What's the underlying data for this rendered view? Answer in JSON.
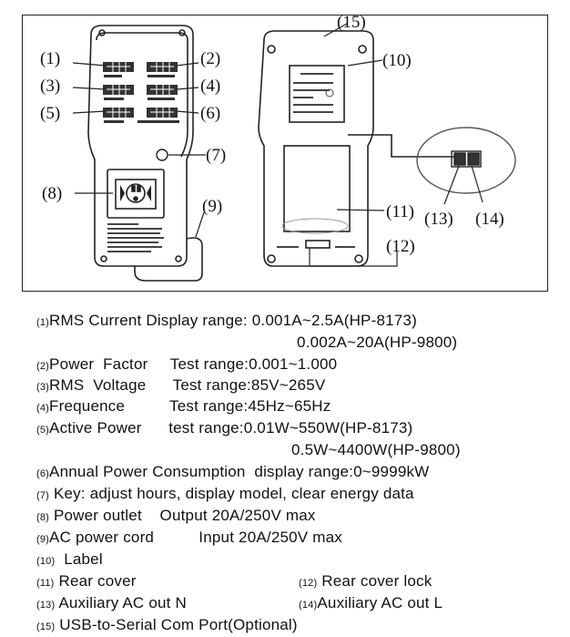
{
  "callouts": [
    "(1)",
    "(2)",
    "(3)",
    "(4)",
    "(5)",
    "(6)",
    "(7)",
    "(8)",
    "(9)",
    "(10)",
    "(11)",
    "(12)",
    "(13)",
    "(14)",
    "(15)"
  ],
  "specs": [
    {
      "no": "(1)",
      "text": "RMS Current  Display range: 0.001A~2.5A(HP-8173)"
    },
    {
      "no": "",
      "text": "0.002A~20A(HP-9800)"
    },
    {
      "no": "(2)",
      "text": "Power  Factor     Test range:0.001~1.000"
    },
    {
      "no": "(3)",
      "text": "RMS  Voltage      Test range:85V~265V"
    },
    {
      "no": "(4)",
      "text": "Frequence          Test range:45Hz~65Hz"
    },
    {
      "no": "(5)",
      "text": "Active Power      test range:0.01W~550W(HP-8173)"
    },
    {
      "no": "",
      "text": "0.5W~4400W(HP-9800)"
    },
    {
      "no": "(6)",
      "text": "Annual Power Consumption  display range:0~9999kW"
    },
    {
      "no": "(7)",
      "text": " Key: adjust hours, display model, clear energy data"
    },
    {
      "no": "(8)",
      "text": " Power outlet    Output 20A/250V max"
    },
    {
      "no": "(9)",
      "text": "AC power cord          Input 20A/250V max"
    },
    {
      "no": "(10)",
      "text": "  Label"
    },
    {
      "no": "(11)",
      "text": " Rear cover"
    },
    {
      "no": "(12)",
      "text": " Rear cover lock"
    },
    {
      "no": "(13)",
      "text": " Auxiliary AC out N"
    },
    {
      "no": "(14)",
      "text": "Auxiliary AC out L"
    },
    {
      "no": "(15)",
      "text": " USB-to-Serial Com Port(Optional)"
    }
  ],
  "colors": {
    "line": "#222222",
    "device": "#ffffff",
    "lcd": "#333333",
    "text": "#111111"
  }
}
